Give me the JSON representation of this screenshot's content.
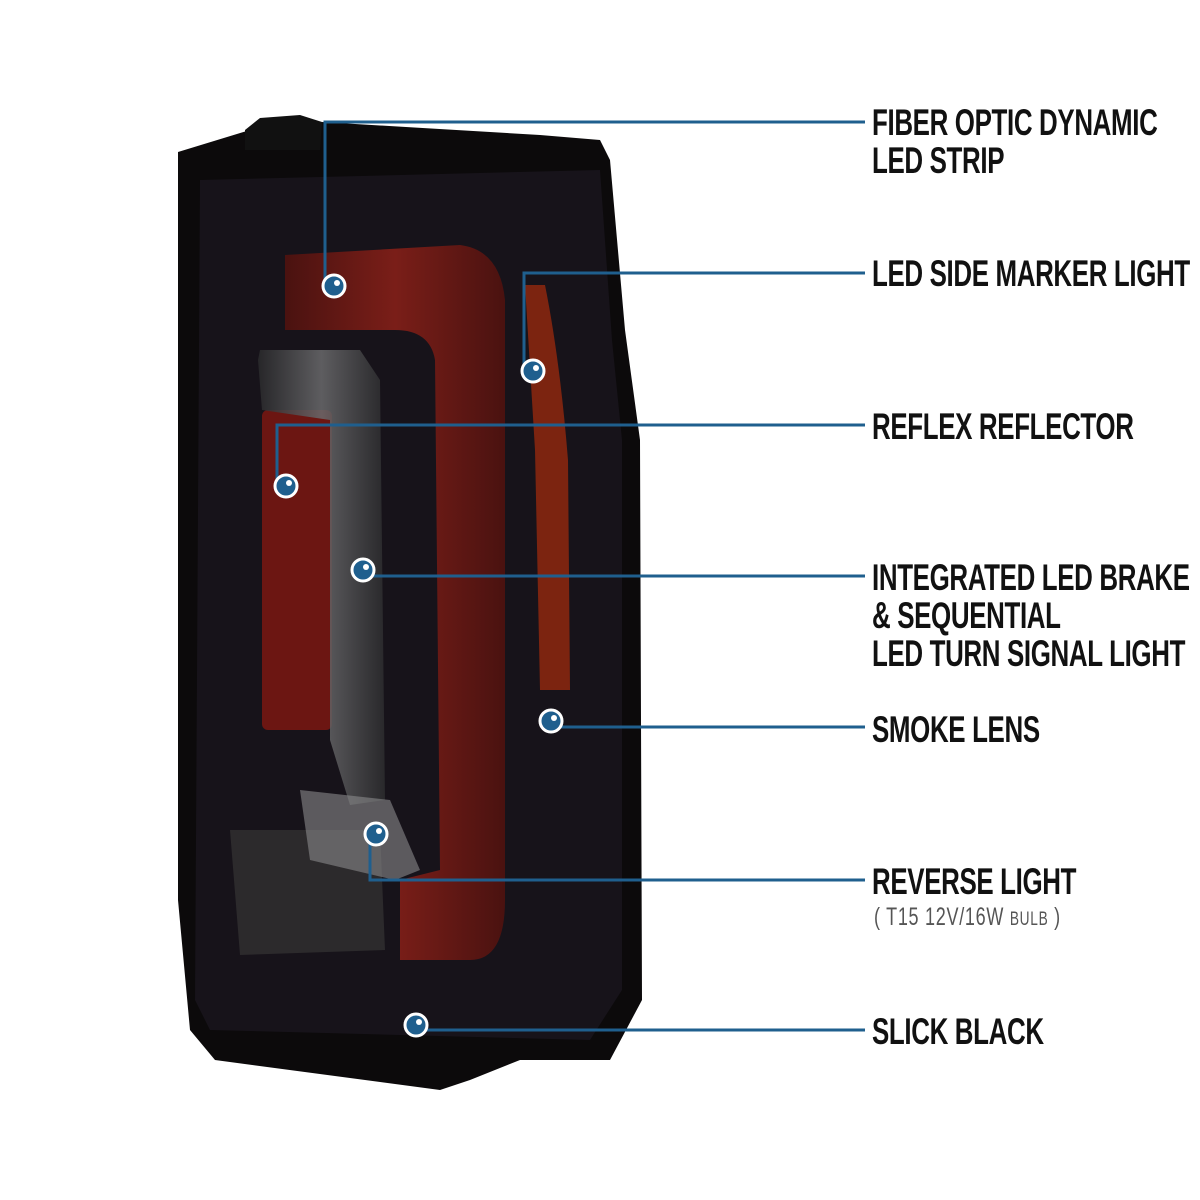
{
  "callouts": [
    {
      "lines": [
        "FIBER OPTIC DYNAMIC",
        "LED STRIP"
      ]
    },
    {
      "lines": [
        "LED SIDE MARKER LIGHT"
      ]
    },
    {
      "lines": [
        "REFLEX REFLECTOR"
      ]
    },
    {
      "lines": [
        "INTEGRATED LED BRAKE",
        "& SEQUENTIAL",
        "LED TURN SIGNAL LIGHT"
      ]
    },
    {
      "lines": [
        "SMOKE LENS"
      ]
    },
    {
      "lines": [
        "REVERSE LIGHT"
      ],
      "sub": {
        "open": "(",
        "bulb": "T15  12V/16W",
        "unit": "BULB",
        "close": ")"
      }
    },
    {
      "lines": [
        "SLICK BLACK"
      ]
    }
  ],
  "colors": {
    "callout": "#1f5f8e",
    "lens": "#141012",
    "red": "#6e1a16",
    "amber": "#8a2614"
  }
}
